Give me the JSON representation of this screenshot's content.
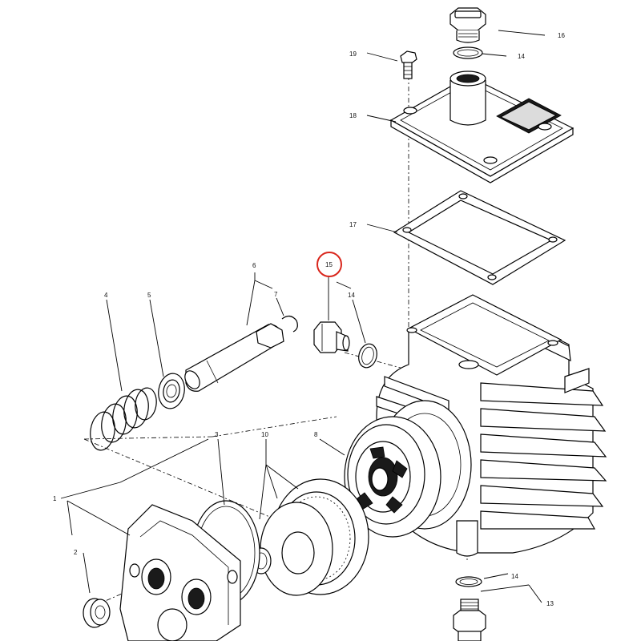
{
  "diagram": {
    "callouts": [
      {
        "id": "c1",
        "text": "1"
      },
      {
        "id": "c2",
        "text": "2"
      },
      {
        "id": "c3",
        "text": "3"
      },
      {
        "id": "c4",
        "text": "4"
      },
      {
        "id": "c5",
        "text": "5"
      },
      {
        "id": "c6",
        "text": "6"
      },
      {
        "id": "c7",
        "text": "7"
      },
      {
        "id": "c8",
        "text": "8"
      },
      {
        "id": "c10",
        "text": "10"
      },
      {
        "id": "c13",
        "text": "13"
      },
      {
        "id": "c14a",
        "text": "14"
      },
      {
        "id": "c14b",
        "text": "14"
      },
      {
        "id": "c14c",
        "text": "14"
      },
      {
        "id": "c15",
        "text": "15"
      },
      {
        "id": "c16",
        "text": "16"
      },
      {
        "id": "c17",
        "text": "17"
      },
      {
        "id": "c18",
        "text": "18"
      },
      {
        "id": "c19",
        "text": "19"
      }
    ],
    "highlighted_callout": "15",
    "highlight_color": "#d9261c"
  }
}
